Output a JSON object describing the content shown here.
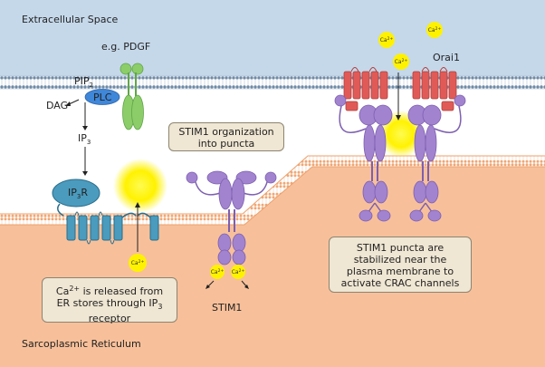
{
  "labels": {
    "extracellular": "Extracellular Space",
    "pdgf": "e.g. PDGF",
    "pip": "PIP",
    "pip_sub": "2",
    "plc": "PLC",
    "dag": "DAG",
    "ip": "IP",
    "ip_sub": "3",
    "ip3r_main": "IP",
    "ip3r_sub": "3",
    "ip3r_tail": "R",
    "orai": "Orai1",
    "stim1": "STIM1",
    "sr": "Sarcoplasmic Reticulum",
    "ca": "Ca",
    "ca_sup": "2+"
  },
  "boxes": {
    "organization": {
      "line1": "STIM1 organization",
      "line2": "into puncta"
    },
    "released": {
      "line1_a": "Ca",
      "line1_sup": "2+",
      "line1_b": " is released from",
      "line2_a": "ER stores through IP",
      "line2_sub": "3",
      "line3": "receptor"
    },
    "stabilized": {
      "line1": "STIM1 puncta are",
      "line2": "stabilized near the",
      "line3": "plasma membrane to",
      "line4": "activate CRAC channels"
    }
  },
  "colors": {
    "extracellular": "#c5d8ea",
    "cytosol": "#ffffff",
    "reticulum": "#f7c09a",
    "stim1": "#a283cf",
    "orai": "#e05b58",
    "ip3r": "#4a9bbd",
    "pdgf": "#8ccd6a",
    "plc": "#3f87d9",
    "calcium": "#ffee00"
  }
}
